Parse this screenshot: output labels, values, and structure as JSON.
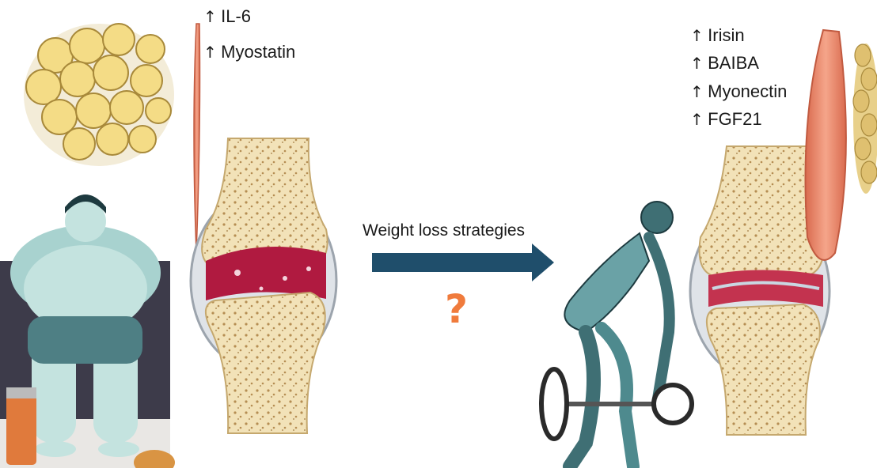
{
  "left_markers": [
    {
      "arrow": "↑",
      "text": "IL-6"
    },
    {
      "arrow": "↑",
      "text": "Myostatin"
    }
  ],
  "right_markers": [
    {
      "arrow": "↑",
      "text": "Irisin"
    },
    {
      "arrow": "↑",
      "text": "BAIBA"
    },
    {
      "arrow": "↑",
      "text": "Myonectin"
    },
    {
      "arrow": "↑",
      "text": "FGF21"
    }
  ],
  "center": {
    "label": "Weight loss strategies",
    "question": "?"
  },
  "colors": {
    "arrow": "#1f4e6b",
    "question": "#f07b3c",
    "bone": "#f2e2b8",
    "bone_pores": "#b58d52",
    "inflamed_cartilage": "#b01a40",
    "healthy_cartilage": "#c3334f",
    "fat_cell": "#f4dc86",
    "muscle": "#e8876a",
    "figure": "#3f6f74"
  },
  "icons": [
    "fat-tissue-icon",
    "obese-person-icon",
    "thin-muscle-icon",
    "inflamed-knee-joint-icon",
    "weightlifter-icon",
    "large-muscle-icon",
    "healthy-knee-joint-icon",
    "small-fat-tissue-icon",
    "soda-can-icon",
    "burger-icon"
  ]
}
